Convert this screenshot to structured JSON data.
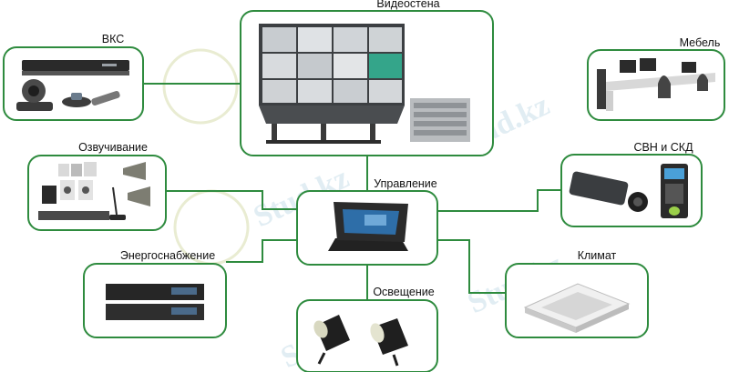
{
  "diagram": {
    "nodes": {
      "video_wall": "Видеостена",
      "vks": "ВКС",
      "furniture": "Мебель",
      "sound": "Озвучивание",
      "control": "Управление",
      "svn_skd": "СВН и СКД",
      "power": "Энергоснабжение",
      "climate": "Климат",
      "lighting": "Освещение"
    }
  },
  "watermark": "Stud.kz",
  "colors": {
    "line": "#2e8b3e",
    "box_fill": "#ffffff",
    "watermark": "#d7e7ef"
  }
}
